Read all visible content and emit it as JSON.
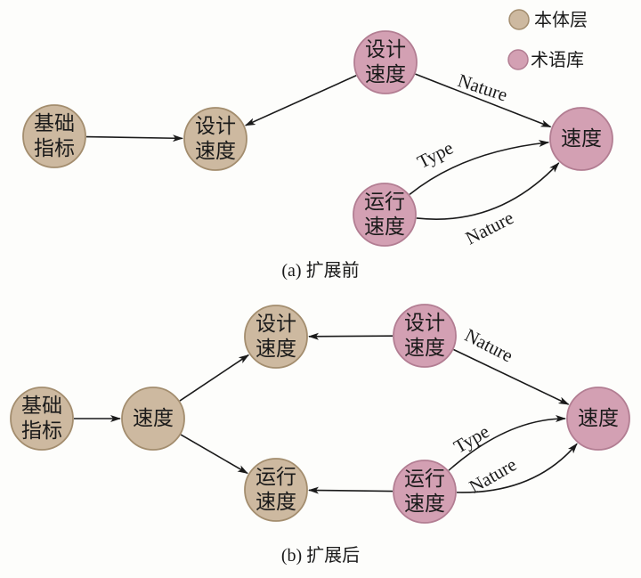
{
  "colors": {
    "ontology_fill": "#cdb9a0",
    "ontology_stroke": "#a38d6e",
    "term_fill": "#d3a0b3",
    "term_stroke": "#b27d92",
    "edge": "#1a1a1a"
  },
  "legend": [
    {
      "type": "ontology",
      "label": "本体层"
    },
    {
      "type": "term",
      "label": "术语库"
    }
  ],
  "panels": [
    {
      "id": "a",
      "caption": "(a) 扩展前",
      "nodes": [
        {
          "id": "a_base",
          "type": "ontology",
          "lines": [
            "基础",
            "指标"
          ]
        },
        {
          "id": "a_design_o",
          "type": "ontology",
          "lines": [
            "设计",
            "速度"
          ]
        },
        {
          "id": "a_design_t",
          "type": "term",
          "lines": [
            "设计",
            "速度"
          ]
        },
        {
          "id": "a_speed_t",
          "type": "term",
          "lines": [
            "速度"
          ]
        },
        {
          "id": "a_run_t",
          "type": "term",
          "lines": [
            "运行",
            "速度"
          ]
        }
      ],
      "edges": [
        {
          "from": "a_base",
          "to": "a_design_o",
          "label": ""
        },
        {
          "from": "a_design_t",
          "to": "a_design_o",
          "label": ""
        },
        {
          "from": "a_design_t",
          "to": "a_speed_t",
          "label": "Nature"
        },
        {
          "from": "a_run_t",
          "to": "a_speed_t",
          "label": "Type"
        },
        {
          "from": "a_run_t",
          "to": "a_speed_t",
          "label": "Nature"
        }
      ]
    },
    {
      "id": "b",
      "caption": "(b) 扩展后",
      "nodes": [
        {
          "id": "b_base",
          "type": "ontology",
          "lines": [
            "基础",
            "指标"
          ]
        },
        {
          "id": "b_speed_o",
          "type": "ontology",
          "lines": [
            "速度"
          ]
        },
        {
          "id": "b_design_o",
          "type": "ontology",
          "lines": [
            "设计",
            "速度"
          ]
        },
        {
          "id": "b_run_o",
          "type": "ontology",
          "lines": [
            "运行",
            "速度"
          ]
        },
        {
          "id": "b_design_t",
          "type": "term",
          "lines": [
            "设计",
            "速度"
          ]
        },
        {
          "id": "b_run_t",
          "type": "term",
          "lines": [
            "运行",
            "速度"
          ]
        },
        {
          "id": "b_speed_t",
          "type": "term",
          "lines": [
            "速度"
          ]
        }
      ],
      "edges": [
        {
          "from": "b_base",
          "to": "b_speed_o",
          "label": ""
        },
        {
          "from": "b_speed_o",
          "to": "b_design_o",
          "label": ""
        },
        {
          "from": "b_speed_o",
          "to": "b_run_o",
          "label": ""
        },
        {
          "from": "b_design_t",
          "to": "b_design_o",
          "label": ""
        },
        {
          "from": "b_run_t",
          "to": "b_run_o",
          "label": ""
        },
        {
          "from": "b_design_t",
          "to": "b_speed_t",
          "label": "Nature"
        },
        {
          "from": "b_run_t",
          "to": "b_speed_t",
          "label": "Type"
        },
        {
          "from": "b_run_t",
          "to": "b_speed_t",
          "label": "Nature"
        }
      ]
    }
  ]
}
